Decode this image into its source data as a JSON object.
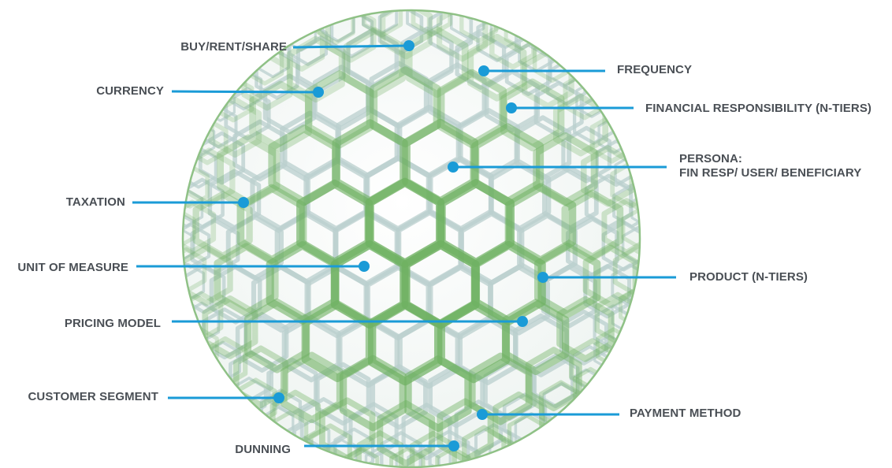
{
  "colors": {
    "strut_front": "#6fb162",
    "strut_back": "#b9cfce",
    "sphere_fill": "#f2f6f4",
    "sphere_outline": "#7fb776",
    "callout": "#1a9bd7",
    "label": "#4a4f55"
  },
  "labels": {
    "buy_rent_share": "BUY/RENT/SHARE",
    "currency": "CURRENCY",
    "taxation": "TAXATION",
    "unit_of_measure": "UNIT OF MEASURE",
    "pricing_model": "PRICING MODEL",
    "customer_segment": "CUSTOMER SEGMENT",
    "dunning": "DUNNING",
    "frequency": "FREQUENCY",
    "financial_responsibility": "FINANCIAL RESPONSIBILITY (N-TIERS)",
    "persona_line1": "PERSONA:",
    "persona_line2": "FIN RESP/ USER/ BENEFICIARY",
    "product": "PRODUCT (N-TIERS)",
    "payment_method": "PAYMENT METHOD"
  }
}
